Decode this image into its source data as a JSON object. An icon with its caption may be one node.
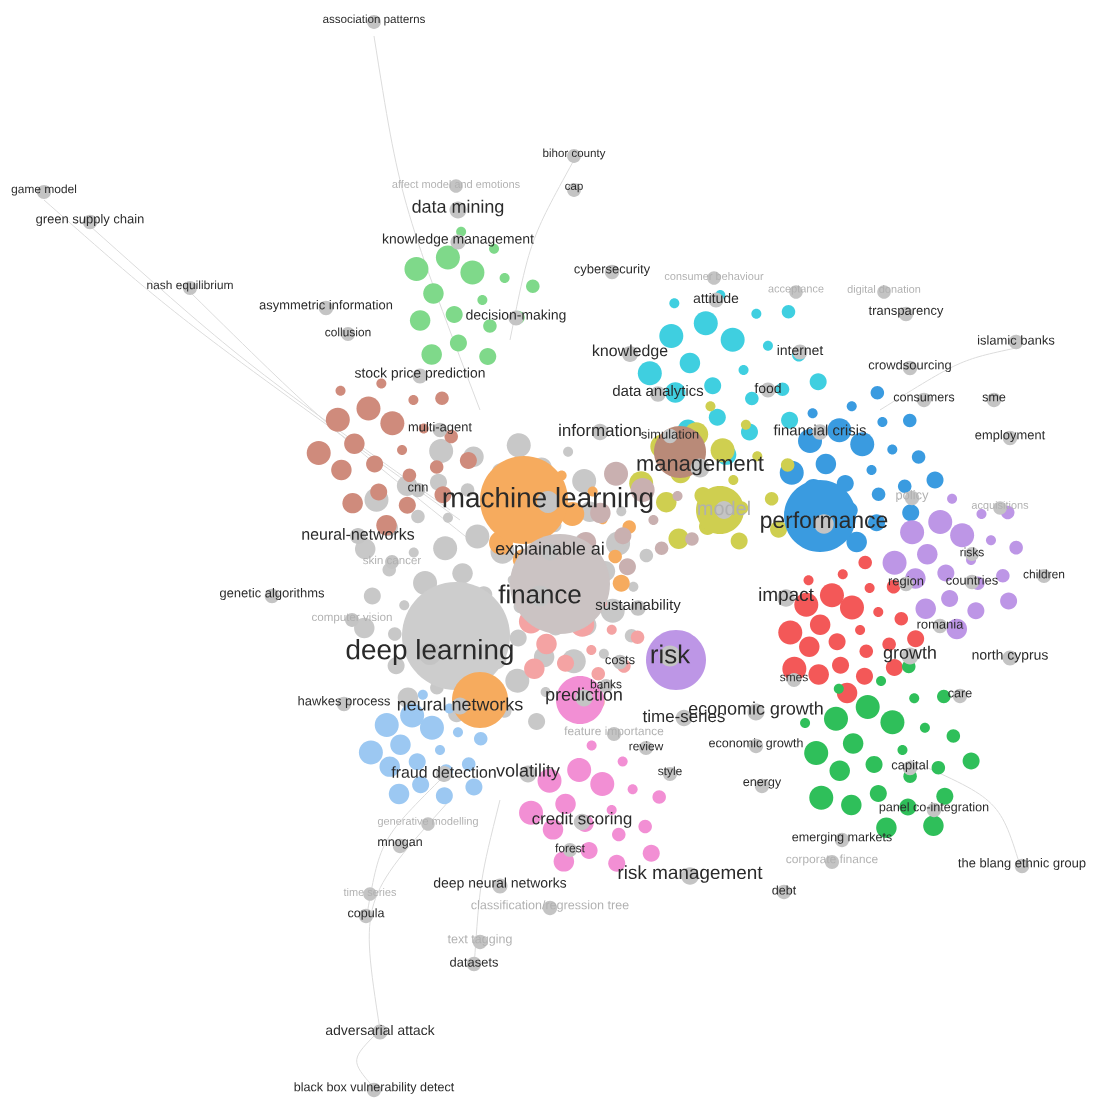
{
  "diagram": {
    "labels": [
      "association patterns",
      "bihor county",
      "game model",
      "affect model and emotions",
      "cap",
      "green supply chain",
      "data mining",
      "knowledge management",
      "cybersecurity",
      "consumer behaviour",
      "attitude",
      "acceptance",
      "digital donation",
      "transparency",
      "nash equilibrium",
      "decision-making",
      "asymmetric information",
      "collusion",
      "islamic banks",
      "knowledge",
      "internet",
      "crowdsourcing",
      "stock price prediction",
      "data analytics",
      "food",
      "consumers",
      "sme",
      "multi-agent",
      "information",
      "simulation",
      "financial crisis",
      "employment",
      "machine learning",
      "management",
      "cnn",
      "policy",
      "acquisitions",
      "model",
      "performance",
      "neural-networks",
      "explainable ai",
      "risks",
      "skin cancer",
      "countries",
      "children",
      "region",
      "genetic algorithms",
      "finance",
      "sustainability",
      "impact",
      "computer vision",
      "romania",
      "deep learning",
      "costs",
      "risk",
      "growth",
      "north cyprus",
      "banks",
      "smes",
      "care",
      "hawkes process",
      "neural networks",
      "prediction",
      "time-series",
      "economic growth",
      "feature importance",
      "review",
      "economic growth",
      "fraud detection",
      "volatility",
      "style",
      "energy",
      "capital",
      "panel co-integration",
      "generative modelling",
      "credit scoring",
      "mnogan",
      "emerging markets",
      "forest",
      "corporate finance",
      "the blang ethnic group",
      "time series",
      "deep neural networks",
      "risk management",
      "debt",
      "copula",
      "classification/regression tree",
      "text tagging",
      "datasets",
      "adversarial attack",
      "black box vulnerability detect"
    ]
  }
}
